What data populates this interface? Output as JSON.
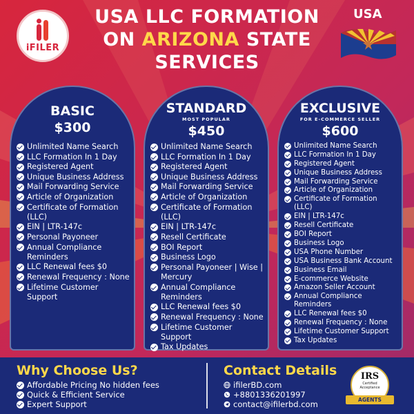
{
  "brand": {
    "logo_text": "iFILER"
  },
  "header": {
    "title_line1": "USA LLC FORMATION",
    "title_on": "ON",
    "title_state": "ARIZONA",
    "title_state_word": "STATE",
    "title_line3": "SERVICES",
    "country_label": "USA"
  },
  "colors": {
    "accent": "#ffd84a",
    "card": "#1b2a78",
    "bg_red": "#d7263d",
    "bg_magenta": "#b0245e"
  },
  "plans": [
    {
      "name": "BASIC",
      "tag": "",
      "price": "$300",
      "features": [
        "Unlimited Name Search",
        "LLC Formation In 1 Day",
        "Registered Agent",
        "Unique Business Address",
        "Mail Forwarding Service",
        "Article of Organization",
        "Certificate of Formation (LLC)",
        "EIN | LTR-147c",
        "Personal Payoneer",
        "Annual Compliance Reminders",
        "LLC Renewal fees $0",
        "Renewal Frequency : None",
        "Lifetime Customer Support"
      ]
    },
    {
      "name": "STANDARD",
      "tag": "MOST POPULAR",
      "price": "$450",
      "features": [
        "Unlimited Name Search",
        "LLC Formation In 1 Day",
        "Registered Agent",
        "Unique Business Address",
        "Mail Forwarding Service",
        "Article of Organization",
        "Certificate of Formation (LLC)",
        "EIN | LTR-147c",
        "Resell Certificate",
        "BOI Report",
        "Business Logo",
        "Personal Payoneer | Wise | Mercury",
        "Annual Compliance Reminders",
        "LLC Renewal fees $0",
        "Renewal Frequency : None",
        "Lifetime Customer Support",
        "Tax Updates"
      ]
    },
    {
      "name": "EXCLUSIVE",
      "tag": "FOR E-COMMERCE SELLER",
      "price": "$600",
      "features": [
        "Unlimited Name Search",
        "LLC Formation In 1 Day",
        "Registered Agent",
        "Unique Business Address",
        "Mail Forwarding Service",
        "Article of Organization",
        "Certificate of Formation (LLC)",
        "EIN | LTR-147c",
        "Resell Certificate",
        "BOI Report",
        "Business Logo",
        "USA Phone Number",
        "USA Business Bank Account",
        "Business Email",
        "E-commerce Website",
        "Amazon Seller Account",
        "Annual Compliance Reminders",
        "LLC Renewal fees $0",
        "Renewal Frequency : None",
        "Lifetime Customer Support",
        "Tax Updates"
      ]
    }
  ],
  "why": {
    "title": "Why Choose Us?",
    "items": [
      "Affordable Pricing No hidden fees",
      "Quick & Efficient Service",
      "Expert Support"
    ]
  },
  "contact": {
    "title": "Contact Details",
    "items": [
      {
        "icon": "globe-icon",
        "text": "ifilerBD.com"
      },
      {
        "icon": "whatsapp-icon",
        "text": "+8801336201997"
      },
      {
        "icon": "send-icon",
        "text": "contact@ifilerbd.com"
      }
    ]
  },
  "badge": {
    "logo": "IRS",
    "sub1": "Certified",
    "sub2": "Acceptance",
    "ribbon": "AGENTS"
  }
}
